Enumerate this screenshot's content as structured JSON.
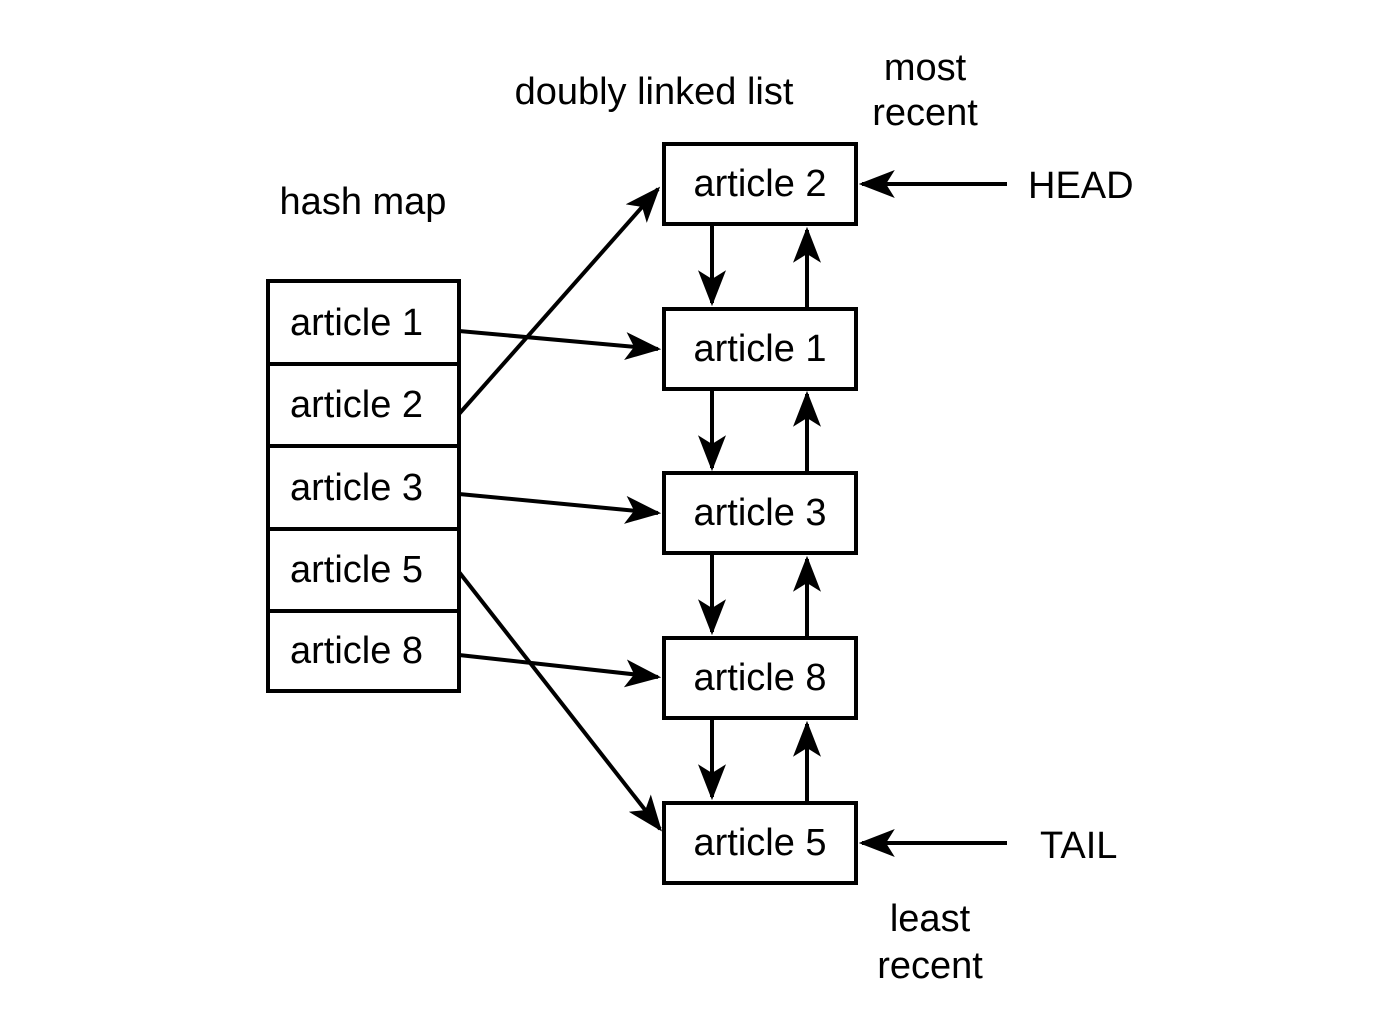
{
  "diagram": {
    "title_labels": {
      "hash_map": "hash map",
      "linked_list": "doubly linked list",
      "most_recent_line1": "most",
      "most_recent_line2": "recent",
      "least_recent_line1": "least",
      "least_recent_line2": "recent",
      "head": "HEAD",
      "tail": "TAIL"
    },
    "hash_map": {
      "label": "hash map",
      "rows": [
        {
          "label": "article 1"
        },
        {
          "label": "article 2"
        },
        {
          "label": "article 3"
        },
        {
          "label": "article 5"
        },
        {
          "label": "article 8"
        }
      ]
    },
    "linked_list": {
      "label": "doubly linked list",
      "nodes": [
        {
          "label": "article 2"
        },
        {
          "label": "article 1"
        },
        {
          "label": "article 3"
        },
        {
          "label": "article 8"
        },
        {
          "label": "article 5"
        }
      ]
    },
    "pointers": [
      {
        "name": "HEAD",
        "target": "article 2",
        "position": "most recent"
      },
      {
        "name": "TAIL",
        "target": "article 5",
        "position": "least recent"
      }
    ],
    "mappings": [
      {
        "from": "article 1",
        "to": "article 1"
      },
      {
        "from": "article 2",
        "to": "article 2"
      },
      {
        "from": "article 3",
        "to": "article 3"
      },
      {
        "from": "article 5",
        "to": "article 5"
      },
      {
        "from": "article 8",
        "to": "article 8"
      }
    ],
    "colors": {
      "stroke": "#000000",
      "fill": "#ffffff",
      "text": "#000000"
    }
  }
}
